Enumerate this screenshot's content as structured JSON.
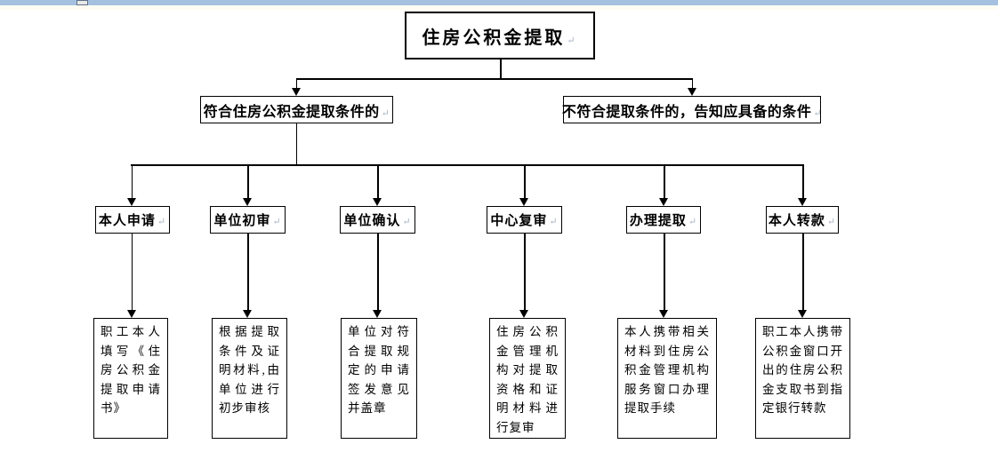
{
  "window": {
    "top_strip_color": "#a6c1e0"
  },
  "marks": {
    "return_mark": "↵"
  },
  "flowchart": {
    "title": "住房公积金提取",
    "branch_yes": "符合住房公积金提取条件的",
    "branch_no": "不符合提取条件的，告知应具备的条件",
    "steps": [
      {
        "label": "本人申请",
        "detail": "职工本人填写《住房公积金提取申请书》"
      },
      {
        "label": "单位初审",
        "detail": "根据提取条件及证明材料,由单位进行初步审核"
      },
      {
        "label": "单位确认",
        "detail": "单位对符合提取规定的申请签发意见并盖章"
      },
      {
        "label": "中心复审",
        "detail": "住房公积金管理机构对提取资格和证明材料进行复审"
      },
      {
        "label": "办理提取",
        "detail": "本人携带相关材料到住房公积金管理机构服务窗口办理提取手续"
      },
      {
        "label": "本人转款",
        "detail": "职工本人携带公积金窗口开出的住房公积金支取书到指定银行转款"
      }
    ]
  }
}
